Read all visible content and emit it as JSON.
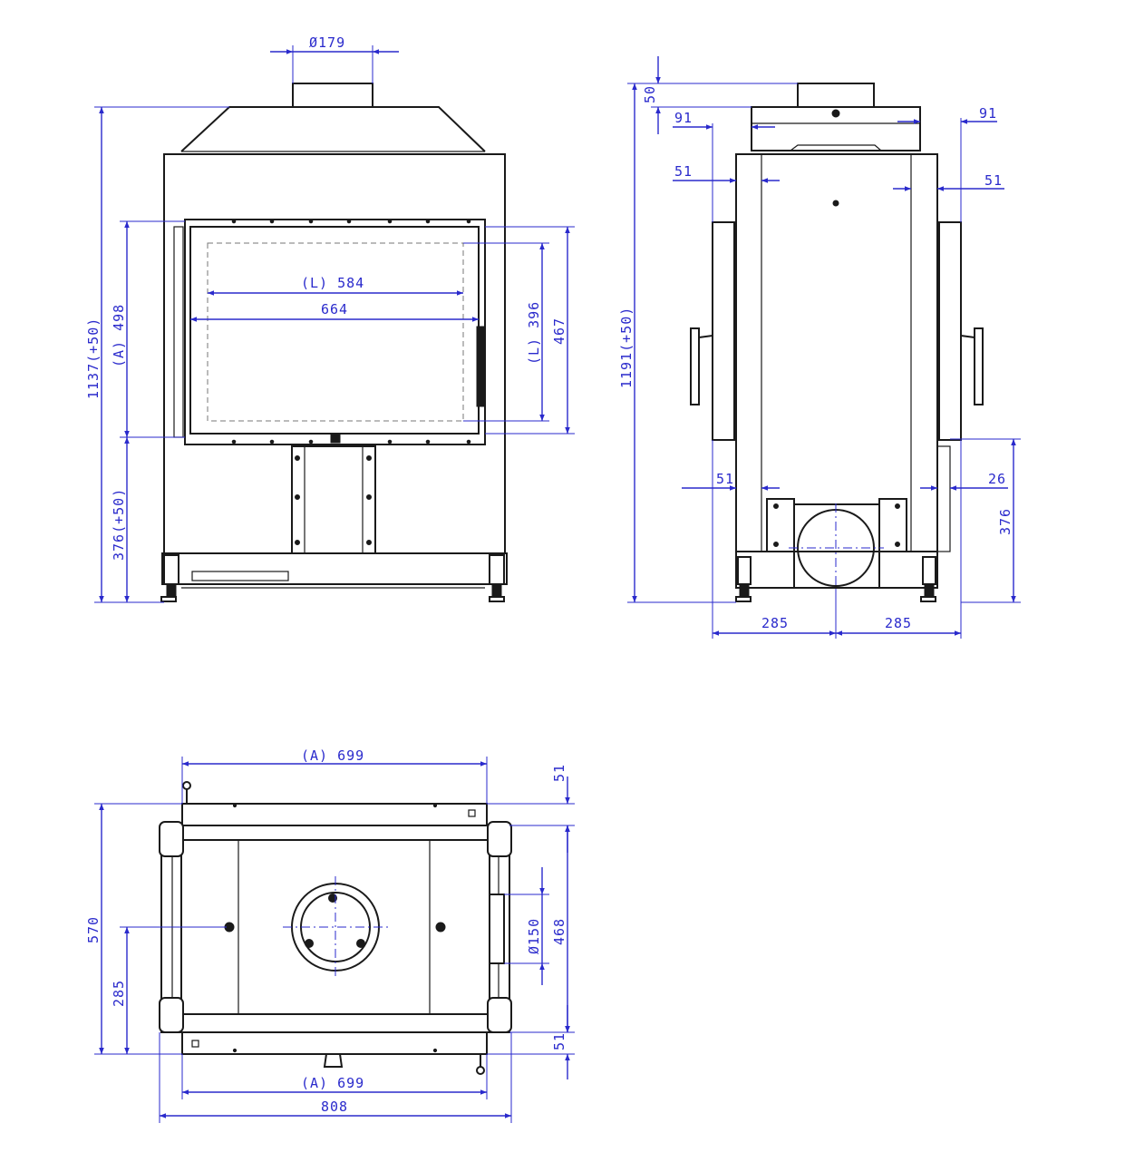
{
  "front_view": {
    "flue_diameter": "Ø179",
    "total_height": "1137(+50)",
    "opening_height": "(A) 498",
    "base_height": "376(+50)",
    "glass_width": "(L) 584",
    "door_width": "664",
    "glass_height": "(L) 396",
    "door_height": "467"
  },
  "side_view": {
    "top_offset": "50",
    "total_height": "1191(+50)",
    "left_offset_top": "91",
    "right_offset_top": "91",
    "left_offset_mid": "51",
    "right_offset_mid": "51",
    "left_offset_low": "51",
    "right_offset_low": "26",
    "base_height": "376",
    "half_width_left": "285",
    "half_width_right": "285"
  },
  "plan_view": {
    "top_width": "(A) 699",
    "bottom_width": "(A) 699",
    "overall_width": "808",
    "depth": "570",
    "half_depth": "285",
    "top_offset": "51",
    "bottom_offset": "51",
    "inner_depth": "468",
    "connection_diameter": "Ø150"
  }
}
